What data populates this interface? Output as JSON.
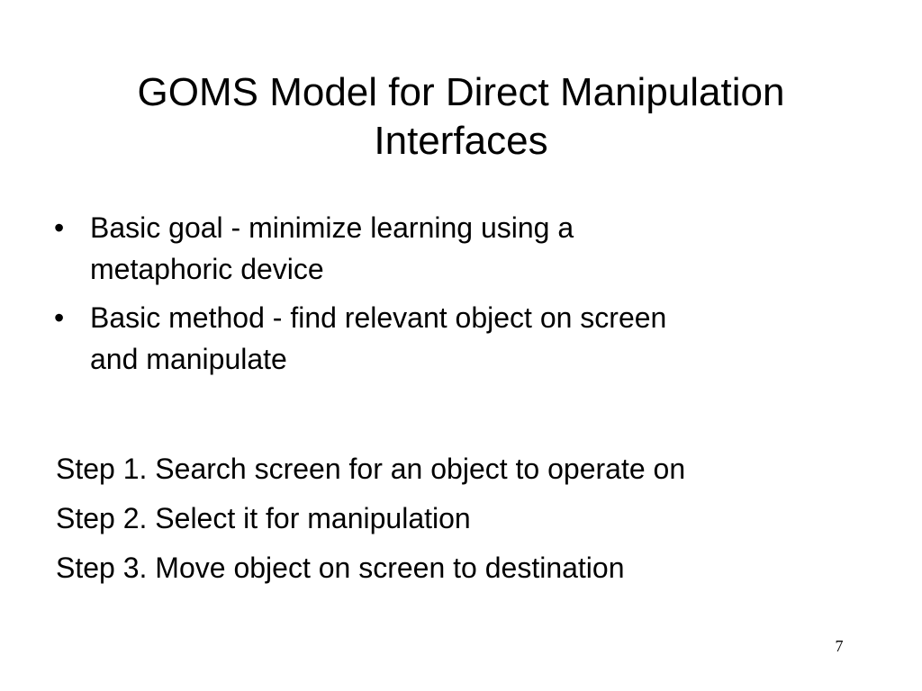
{
  "slide": {
    "title_line1": "GOMS Model for Direct Manipulation",
    "title_line2": "Interfaces",
    "bullet_symbol": "•",
    "bullets": [
      {
        "line1": "Basic goal - minimize learning using a",
        "line2": "metaphoric device"
      },
      {
        "line1": "Basic method - find relevant object on screen",
        "line2": "and manipulate"
      }
    ],
    "steps": [
      "Step 1. Search screen for an object to operate on",
      "Step 2. Select it for manipulation",
      "Step 3. Move object on screen to destination"
    ],
    "page_number": "7"
  }
}
